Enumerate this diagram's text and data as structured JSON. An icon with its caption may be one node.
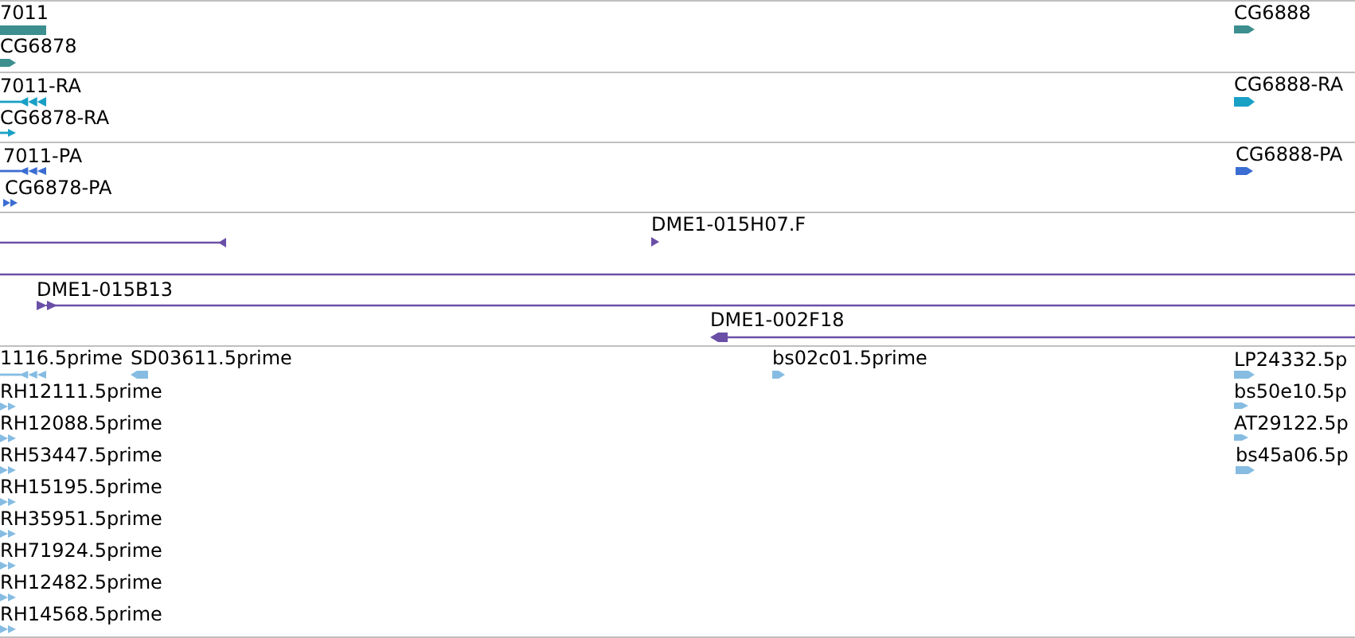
{
  "diagram": {
    "labels": [
      "7011",
      "CG6888",
      "CG6878",
      "7011-RA",
      "CG6888-RA",
      "CG6878-RA",
      "7011-PA",
      "CG6888-PA",
      "CG6878-PA",
      "DME1-015H07.F",
      "DME1-015B13",
      "DME1-002F18",
      "1116.5prime",
      "SD03611.5prime",
      "bs02c01.5prime",
      "LP24332.5p",
      "RH12111.5prime",
      "bs50e10.5p",
      "RH12088.5prime",
      "AT29122.5p",
      "RH53447.5prime",
      "bs45a06.5p",
      "RH15195.5prime",
      "RH35951.5prime",
      "RH71924.5prime",
      "RH12482.5prime",
      "RH14568.5prime"
    ]
  }
}
